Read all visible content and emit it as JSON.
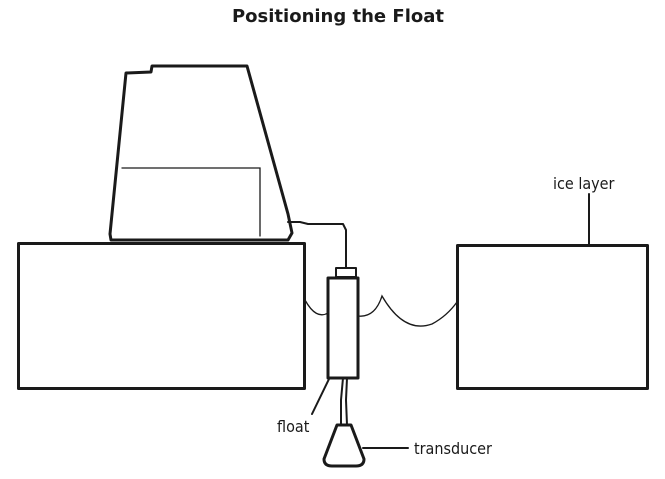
{
  "title": "Positioning the Float",
  "labels": {
    "ice_layer": "ice layer",
    "float": "float",
    "transducer": "transducer"
  },
  "colors": {
    "ink": "#1a1a1a",
    "background": "#ffffff"
  }
}
